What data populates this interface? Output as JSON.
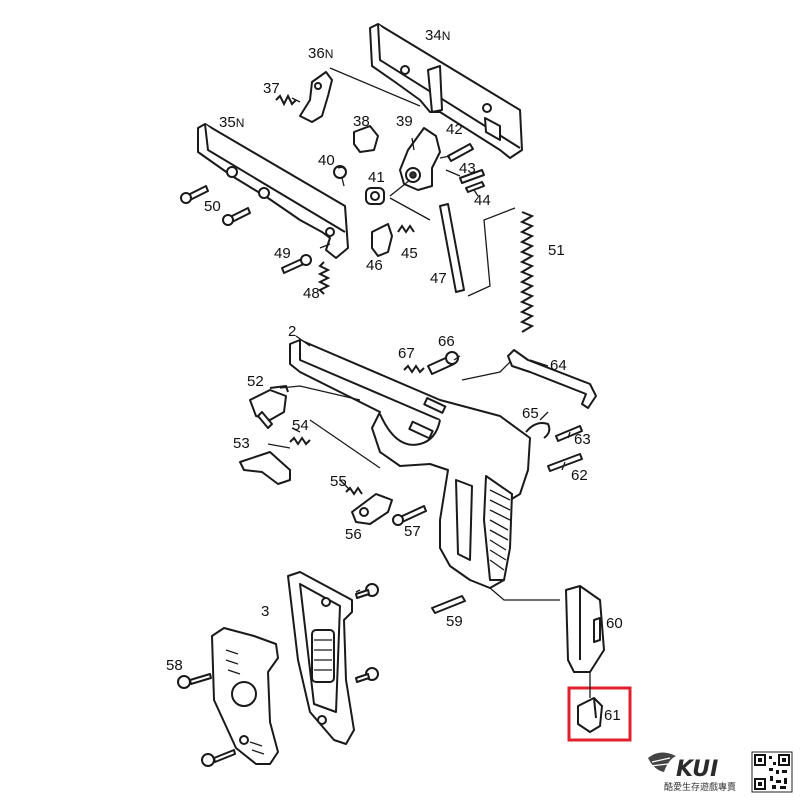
{
  "parts": {
    "p2": "2",
    "p3": "3",
    "p34": "34",
    "p34s": "N",
    "p35": "35",
    "p35s": "N",
    "p36": "36",
    "p36s": "N",
    "p37": "37",
    "p38": "38",
    "p39": "39",
    "p40": "40",
    "p41": "41",
    "p42": "42",
    "p43": "43",
    "p44": "44",
    "p45": "45",
    "p46": "46",
    "p47": "47",
    "p48": "48",
    "p49": "49",
    "p50": "50",
    "p51": "51",
    "p52": "52",
    "p53": "53",
    "p54": "54",
    "p55": "55",
    "p56": "56",
    "p57": "57",
    "p58": "58",
    "p59": "59",
    "p60": "60",
    "p61": "61",
    "p62": "62",
    "p63": "63",
    "p64": "64",
    "p65": "65",
    "p66": "66",
    "p67": "67"
  },
  "highlight": {
    "part": "61",
    "color": "#e0202c"
  },
  "brand": {
    "logo": "KUI",
    "tagline": "酷愛生存遊戲專賣"
  }
}
